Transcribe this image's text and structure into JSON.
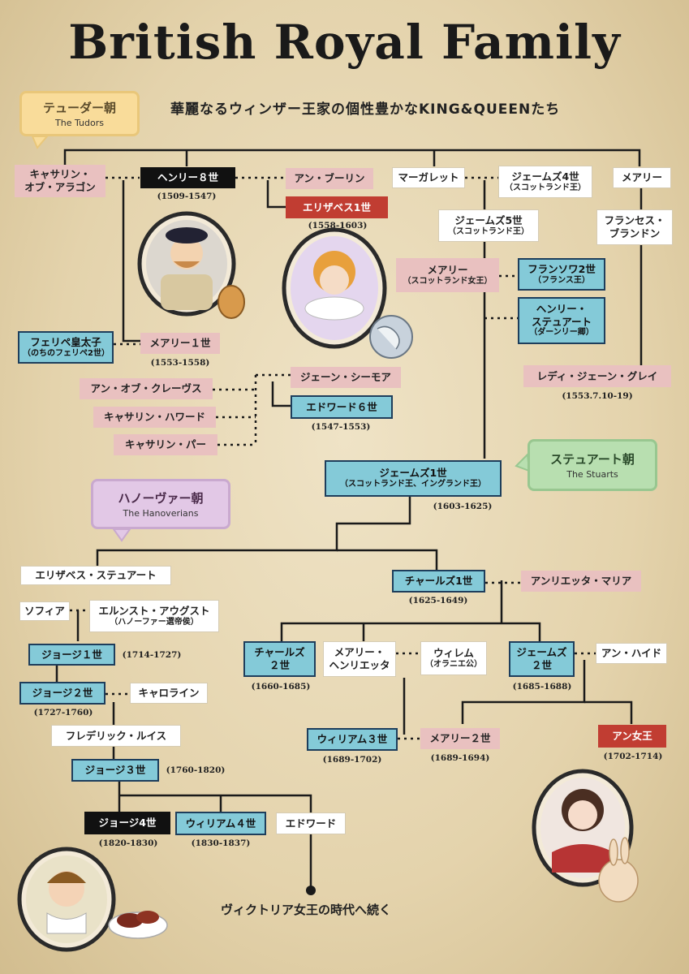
{
  "title": "British Royal Family",
  "subtitle": "華麗なるウィンザー王家の個性豊かなKING&QUEENたち",
  "eras": {
    "tudors": {
      "jp": "テューダー朝",
      "en": "The Tudors",
      "color": "#f9dc9a",
      "border": "#e9c77a"
    },
    "stuarts": {
      "jp": "ステュアート朝",
      "en": "The Stuarts",
      "color": "#b8dfb0",
      "border": "#98c790"
    },
    "hanoverians": {
      "jp": "ハノーヴァー朝",
      "en": "The Hanoverians",
      "color": "#e2c8e6",
      "border": "#c9a9cf"
    }
  },
  "people": {
    "catherine_aragon": "キャサリン・\nオブ・アラゴン",
    "henry8": "ヘンリー８世",
    "anne_boleyn": "アン・ブーリン",
    "elizabeth1": "エリザベス1世",
    "margaret": "マーガレット",
    "james4": "ジェームズ4世",
    "james4_sub": "（スコットランド王）",
    "mary_rose": "メアリー",
    "james5": "ジェームズ5世",
    "james5_sub": "（スコットランド王）",
    "frances": "フランセス・\nブランドン",
    "mary_scots": "メアリー",
    "mary_scots_sub": "（スコットランド女王）",
    "francis2": "フランソワ2世",
    "francis2_sub": "（フランス王）",
    "darnley": "ヘンリー・\nステュアート",
    "darnley_sub": "（ダーンリー卿）",
    "philip": "フェリペ皇太子",
    "philip_sub": "（のちのフェリペ2世）",
    "mary1": "メアリー１世",
    "jane_seymour": "ジェーン・シーモア",
    "anne_cleves": "アン・オブ・クレーヴス",
    "edward6": "エドワード６世",
    "catherine_howard": "キャサリン・ハワード",
    "catherine_parr": "キャサリン・パー",
    "jane_grey": "レディ・ジェーン・グレイ",
    "james1": "ジェームズ1世",
    "james1_sub": "（スコットランド王、イングランド王）",
    "elizabeth_stuart": "エリザベス・ステュアート",
    "charles1": "チャールズ1世",
    "henrietta_maria": "アンリエッタ・マリア",
    "sophia": "ソフィア",
    "ernest": "エルンスト・アウグスト",
    "ernest_sub": "（ハノーファー選帝侯）",
    "george1": "ジョージ１世",
    "george2": "ジョージ２世",
    "caroline": "キャロライン",
    "frederick": "フレデリック・ルイス",
    "george3": "ジョージ３世",
    "george4": "ジョージ4世",
    "william4": "ウィリアム４世",
    "edward": "エドワード",
    "charles2": "チャールズ\n２世",
    "mary_henrietta": "メアリー・\nヘンリエッタ",
    "willem": "ウィレム",
    "willem_sub": "（オラニエ公）",
    "james2": "ジェームズ\n２世",
    "anne_hyde": "アン・ハイド",
    "william3": "ウィリアム３世",
    "mary2": "メアリー２世",
    "queen_anne": "アン女王"
  },
  "dates": {
    "henry8": "(1509-1547)",
    "elizabeth1": "(1558-1603)",
    "mary1": "(1553-1558)",
    "edward6": "(1547-1553)",
    "jane_grey": "(1553.7.10-19)",
    "james1": "(1603-1625)",
    "charles1": "(1625-1649)",
    "george1": "(1714-1727)",
    "george2": "(1727-1760)",
    "george3": "(1760-1820)",
    "george4": "(1820-1830)",
    "william4": "(1830-1837)",
    "charles2": "(1660-1685)",
    "james2": "(1685-1688)",
    "william3": "(1689-1702)",
    "mary2": "(1689-1694)",
    "queen_anne": "(1702-1714)"
  },
  "footer": "ヴィクトリア女王の時代へ続く",
  "colors": {
    "white": "#ffffff",
    "pink": "#e9c1c0",
    "blue": "#84cad8",
    "black": "#111111",
    "red": "#c13d32",
    "line": "#1a1a1a"
  },
  "icons": [
    "henry8-portrait-icon",
    "elizabeth1-portrait-icon",
    "globe-icon",
    "george4-portrait-icon",
    "steak-icon",
    "queen-anne-portrait-icon",
    "rabbit-icon"
  ]
}
